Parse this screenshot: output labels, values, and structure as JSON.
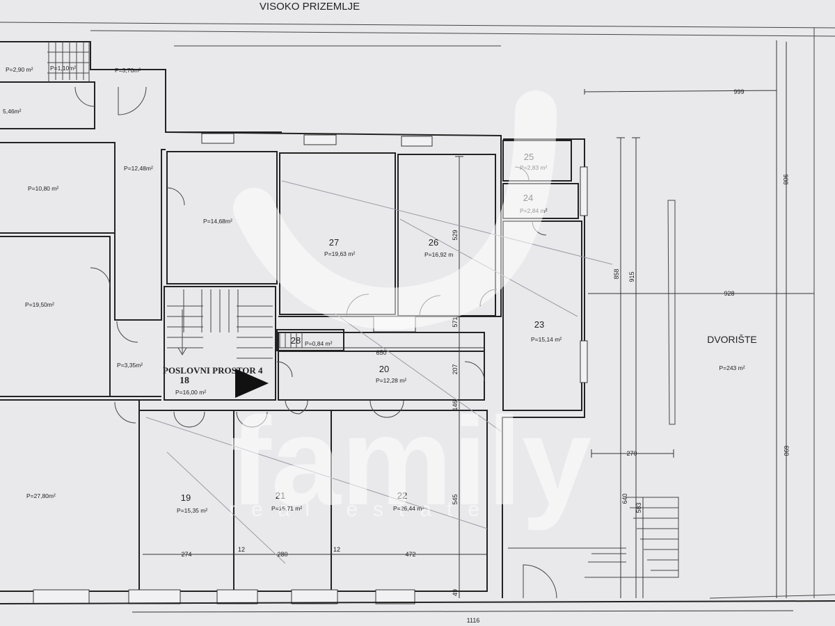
{
  "title": "VISOKO PRIZEMLJE",
  "courtyard_label": "DVORIŠTE",
  "courtyard_area": "P=243 m²",
  "unit": {
    "label": "POSLOVNI PROSTOR 4"
  },
  "rooms": [
    {
      "id": "",
      "area": "P=2,90 m²"
    },
    {
      "id": "",
      "area": "P=1,10m²"
    },
    {
      "id": "",
      "area": "P=3,70m²"
    },
    {
      "id": "",
      "area": "5,46m²"
    },
    {
      "id": "",
      "area": "P=12,48m²"
    },
    {
      "id": "",
      "area": "P=10,80 m²"
    },
    {
      "id": "",
      "area": "P=14,68m²"
    },
    {
      "id": "",
      "area": "P=19,50m²"
    },
    {
      "id": "",
      "area": "P=3,35m²"
    },
    {
      "id": "",
      "area": "P=27,80m²"
    },
    {
      "id": "27",
      "area": "P=19,63 m²"
    },
    {
      "id": "26",
      "area": "P=16,92 m"
    },
    {
      "id": "25",
      "area": "P=2,83 m²"
    },
    {
      "id": "24",
      "area": "P=2,84 m²"
    },
    {
      "id": "23",
      "area": "P=15,14 m²"
    },
    {
      "id": "28",
      "area": "P=0,84 m²"
    },
    {
      "id": "18",
      "area": "P=16,00 m²"
    },
    {
      "id": "20",
      "area": "P=12,28 m²"
    },
    {
      "id": "19",
      "area": "P=15,35 m²"
    },
    {
      "id": "21",
      "area": "P=15,71 m²"
    },
    {
      "id": "22",
      "area": "P=26,44 m²"
    }
  ],
  "dimensions": {
    "top": "999",
    "right_total": "908",
    "right_lower": "690",
    "courtyard_width": "928",
    "v858": "858",
    "v915": "915",
    "h270": "270",
    "v640": "640",
    "v583": "583",
    "v529": "529",
    "v571": "571",
    "h650": "650",
    "v207": "207",
    "v146": "146",
    "v545": "545",
    "v49": "49",
    "h274": "274",
    "h280": "280",
    "h472": "472",
    "h12a": "12",
    "h12b": "12",
    "bottom": "1116"
  },
  "watermark": {
    "brand": "family",
    "sub": "real estate"
  },
  "colors": {
    "paper": "#e9e9ec",
    "ink": "#222222",
    "watermark": "#ffffff"
  }
}
